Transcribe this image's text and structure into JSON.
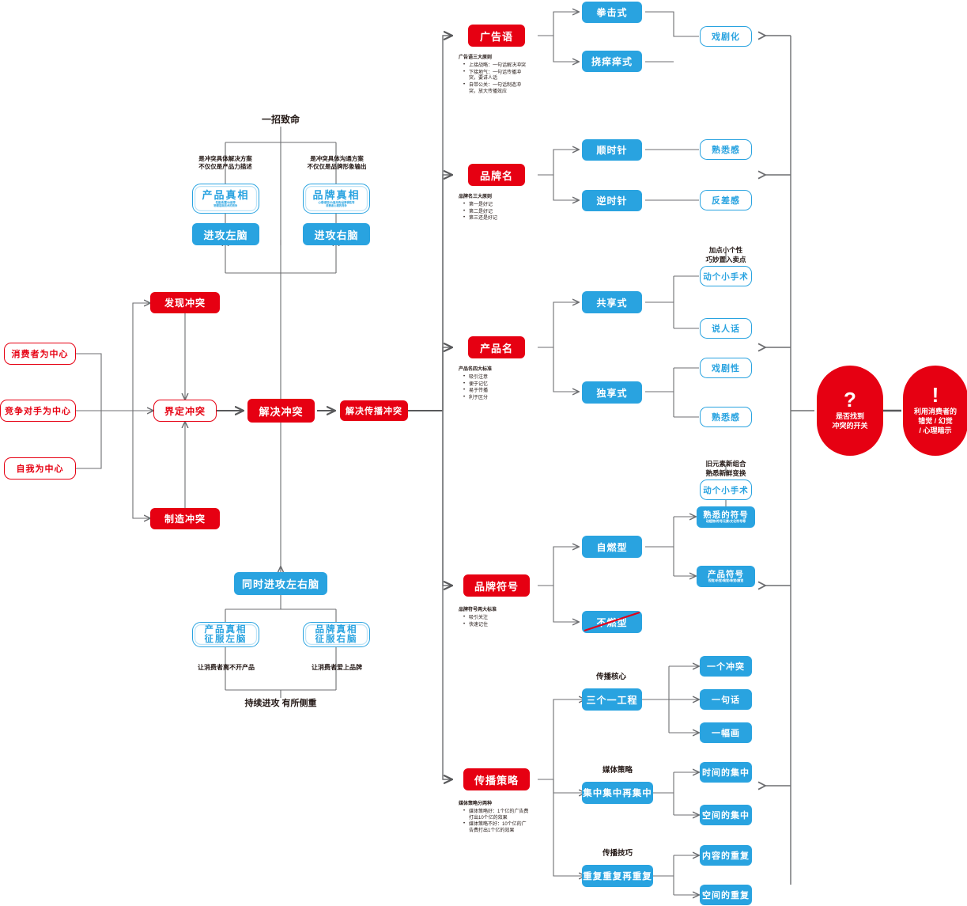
{
  "theme": {
    "red": "#e60012",
    "blue": "#29a3e0",
    "line": "#6d6e71",
    "text": "#231815"
  },
  "left_column": {
    "perspectives": [
      {
        "label": "消费者为中心"
      },
      {
        "label": "竞争对手为中心"
      },
      {
        "label": "自我为中心"
      }
    ],
    "stages": [
      {
        "label": "发现冲突",
        "style": "red-fill"
      },
      {
        "label": "界定冲突",
        "style": "red-out"
      },
      {
        "label": "制造冲突",
        "style": "red-fill"
      },
      {
        "label": "解决冲突",
        "style": "red-fill"
      },
      {
        "label": "解决传播冲突",
        "style": "red-fill"
      }
    ]
  },
  "top_cluster": {
    "title": "一招致命",
    "left_caption": "是冲突具体解决方案\n不仅仅是产品力描述",
    "right_caption": "是冲突具体沟通方案\n不仅仅是品牌形象输出",
    "left_truth": {
      "big": "产品真相",
      "small": "性能/配置/价格等\n物理层面技术的竞争"
    },
    "right_truth": {
      "big": "品牌真相",
      "small": "心理/感受/价值共鸣/品牌调性等\n消费者心理的竞争"
    },
    "left_brain": "进攻左脑",
    "right_brain": "进攻右脑"
  },
  "bottom_cluster": {
    "head": "同时进攻左右脑",
    "left_truth": {
      "line1": "产品真相",
      "line2": "征服左脑"
    },
    "right_truth": {
      "line1": "品牌真相",
      "line2": "征服右脑"
    },
    "left_caption": "让消费者离不开产品",
    "right_caption": "让消费者爱上品牌",
    "footer": "持续进攻 有所侧重"
  },
  "branches": [
    {
      "id": "slogan",
      "root": "广告语",
      "notes": {
        "head": "广告语三大原则",
        "items": [
          "上接战略：一句话解决冲突",
          "下接地气：一句话传播冲突，要讲人话",
          "自带公关：一句话制造冲突，放大传播效应"
        ]
      },
      "mid": [
        {
          "label": "拳击式"
        },
        {
          "label": "挠痒痒式"
        }
      ],
      "leaf": [
        {
          "label": "戏剧化",
          "style": "blue-out"
        }
      ]
    },
    {
      "id": "brand-name",
      "root": "品牌名",
      "notes": {
        "head": "品牌名三大原则",
        "items": [
          "第一是好记",
          "第二是好记",
          "第三还是好记"
        ]
      },
      "mid": [
        {
          "label": "顺时针"
        },
        {
          "label": "逆时针"
        }
      ],
      "leaf": [
        {
          "label": "熟悉感",
          "style": "blue-out"
        },
        {
          "label": "反差感",
          "style": "blue-out"
        }
      ]
    },
    {
      "id": "product-name",
      "root": "产品名",
      "notes": {
        "head": "产品名四大标准",
        "items": [
          "吸引注意",
          "便于记忆",
          "易于传播",
          "利于区分"
        ]
      },
      "mid": [
        {
          "label": "共享式"
        },
        {
          "label": "独享式"
        }
      ],
      "leaf": [
        {
          "label": "动个小手术",
          "style": "blue-out",
          "annotation": "加点小个性\n巧妙置入卖点"
        },
        {
          "label": "说人话",
          "style": "blue-out"
        },
        {
          "label": "戏剧性",
          "style": "blue-out"
        },
        {
          "label": "熟悉感",
          "style": "blue-out"
        }
      ]
    },
    {
      "id": "brand-symbol",
      "root": "品牌符号",
      "notes": {
        "head": "品牌符号两大标准",
        "items": [
          "吸引关注",
          "快速记住"
        ]
      },
      "mid": [
        {
          "label": "自燃型"
        },
        {
          "label": "不燃型",
          "struck": true
        }
      ],
      "leaf": [
        {
          "label": "动个小手术",
          "style": "blue-out",
          "annotation": "旧元素新组合\n熟悉新鲜变换"
        },
        {
          "label": "熟悉的符号",
          "style": "blue-fill",
          "small": "动植物/符号元素/文化符号等"
        },
        {
          "label": "产品符号",
          "style": "blue-fill",
          "small": "视觉/听觉/嗅觉/味觉/触觉"
        }
      ]
    },
    {
      "id": "comm-strategy",
      "root": "传播策略",
      "notes": {
        "head": "媒体策略分两种",
        "items": [
          "媒体策略好：1个亿的广告费打出10个亿的效果",
          "媒体策略不好：10个亿的广告费打出1个亿的效果"
        ]
      },
      "groups": [
        {
          "caption": "传播核心",
          "mid": "三个一工程",
          "leaf": [
            "一个冲突",
            "一句话",
            "一幅画"
          ]
        },
        {
          "caption": "媒体策略",
          "mid": "集中集中再集中",
          "leaf": [
            "时间的集中",
            "空间的集中"
          ]
        },
        {
          "caption": "传播技巧",
          "mid": "重复重复再重复",
          "leaf": [
            "内容的重复",
            "空间的重复"
          ]
        }
      ]
    }
  ],
  "right_circles": [
    {
      "mark": "?",
      "lines": "是否找到\n冲突的开关"
    },
    {
      "mark": "!",
      "lines": "利用消费者的\n错觉 / 幻觉\n/ 心理暗示"
    }
  ]
}
